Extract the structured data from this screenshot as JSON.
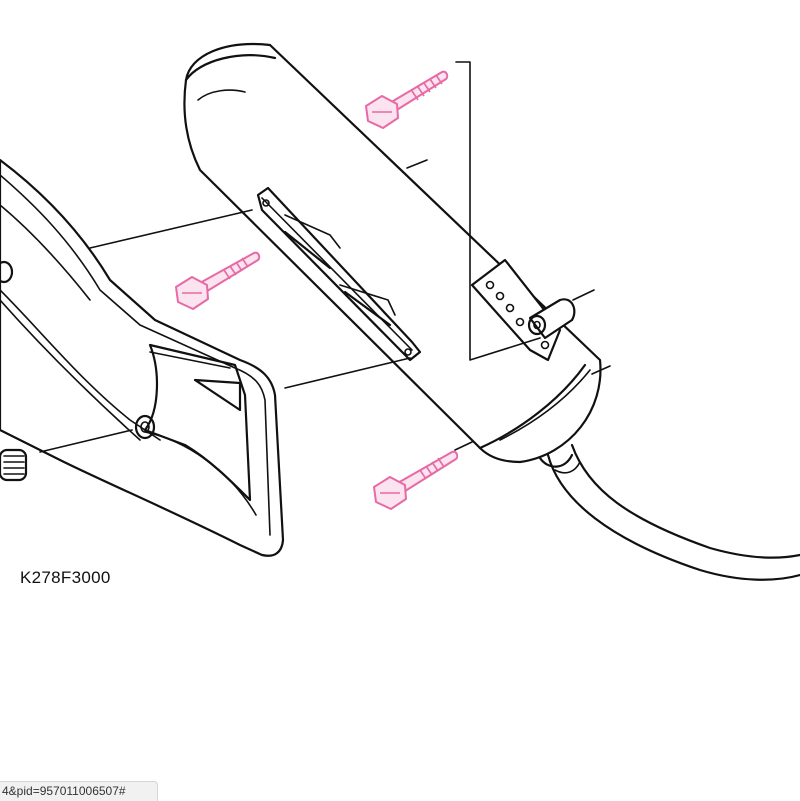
{
  "diagram": {
    "part_code": "K278F3000",
    "bolt_color": "#e66aa6",
    "line_color": "#111111",
    "parts": [
      "muffler",
      "heat-shield",
      "mounting-bracket",
      "flange-bolt",
      "flange-bolt",
      "flange-bolt",
      "grommet",
      "exhaust-pipe"
    ]
  },
  "status_bar": {
    "url_fragment": "4&pid=957011006507#"
  }
}
